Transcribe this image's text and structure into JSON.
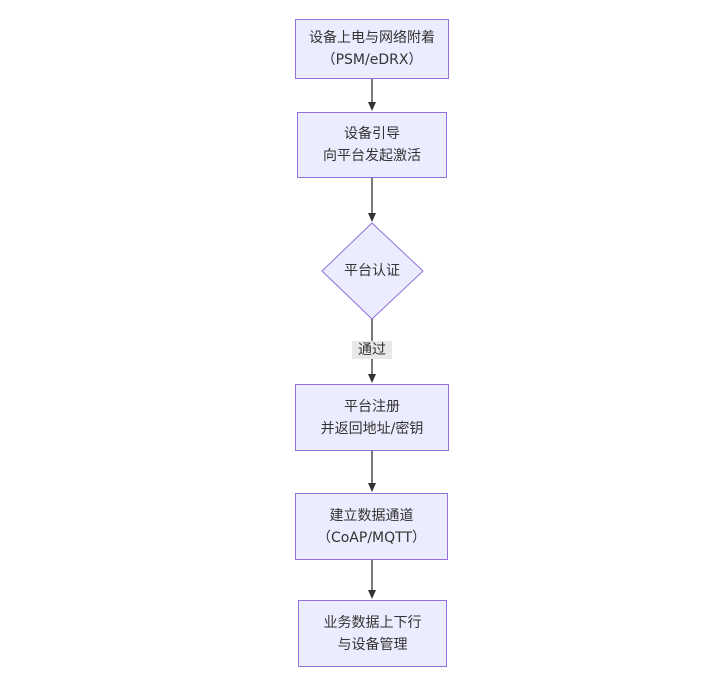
{
  "diagram": {
    "type": "flowchart",
    "direction": "top-down",
    "nodes": [
      {
        "id": "A",
        "shape": "rect",
        "line1": "设备上电与网络附着",
        "line2": "（PSM/eDRX）"
      },
      {
        "id": "B",
        "shape": "rect",
        "line1": "设备引导",
        "line2": "向平台发起激活"
      },
      {
        "id": "C",
        "shape": "diamond",
        "line1": "平台认证",
        "line2": ""
      },
      {
        "id": "D",
        "shape": "rect",
        "line1": "平台注册",
        "line2": "并返回地址/密钥"
      },
      {
        "id": "E",
        "shape": "rect",
        "line1": "建立数据通道",
        "line2": "（CoAP/MQTT）"
      },
      {
        "id": "F",
        "shape": "rect",
        "line1": "业务数据上下行",
        "line2": "与设备管理"
      }
    ],
    "edges": [
      {
        "from": "A",
        "to": "B",
        "label": ""
      },
      {
        "from": "B",
        "to": "C",
        "label": ""
      },
      {
        "from": "C",
        "to": "D",
        "label": "通过"
      },
      {
        "from": "D",
        "to": "E",
        "label": ""
      },
      {
        "from": "E",
        "to": "F",
        "label": ""
      }
    ],
    "colors": {
      "node_fill": "#ECECFF",
      "node_border": "#9370DB",
      "text": "#333333",
      "arrow": "#333333",
      "edge_label_bg": "#e8e8e8",
      "background": "#ffffff"
    }
  }
}
